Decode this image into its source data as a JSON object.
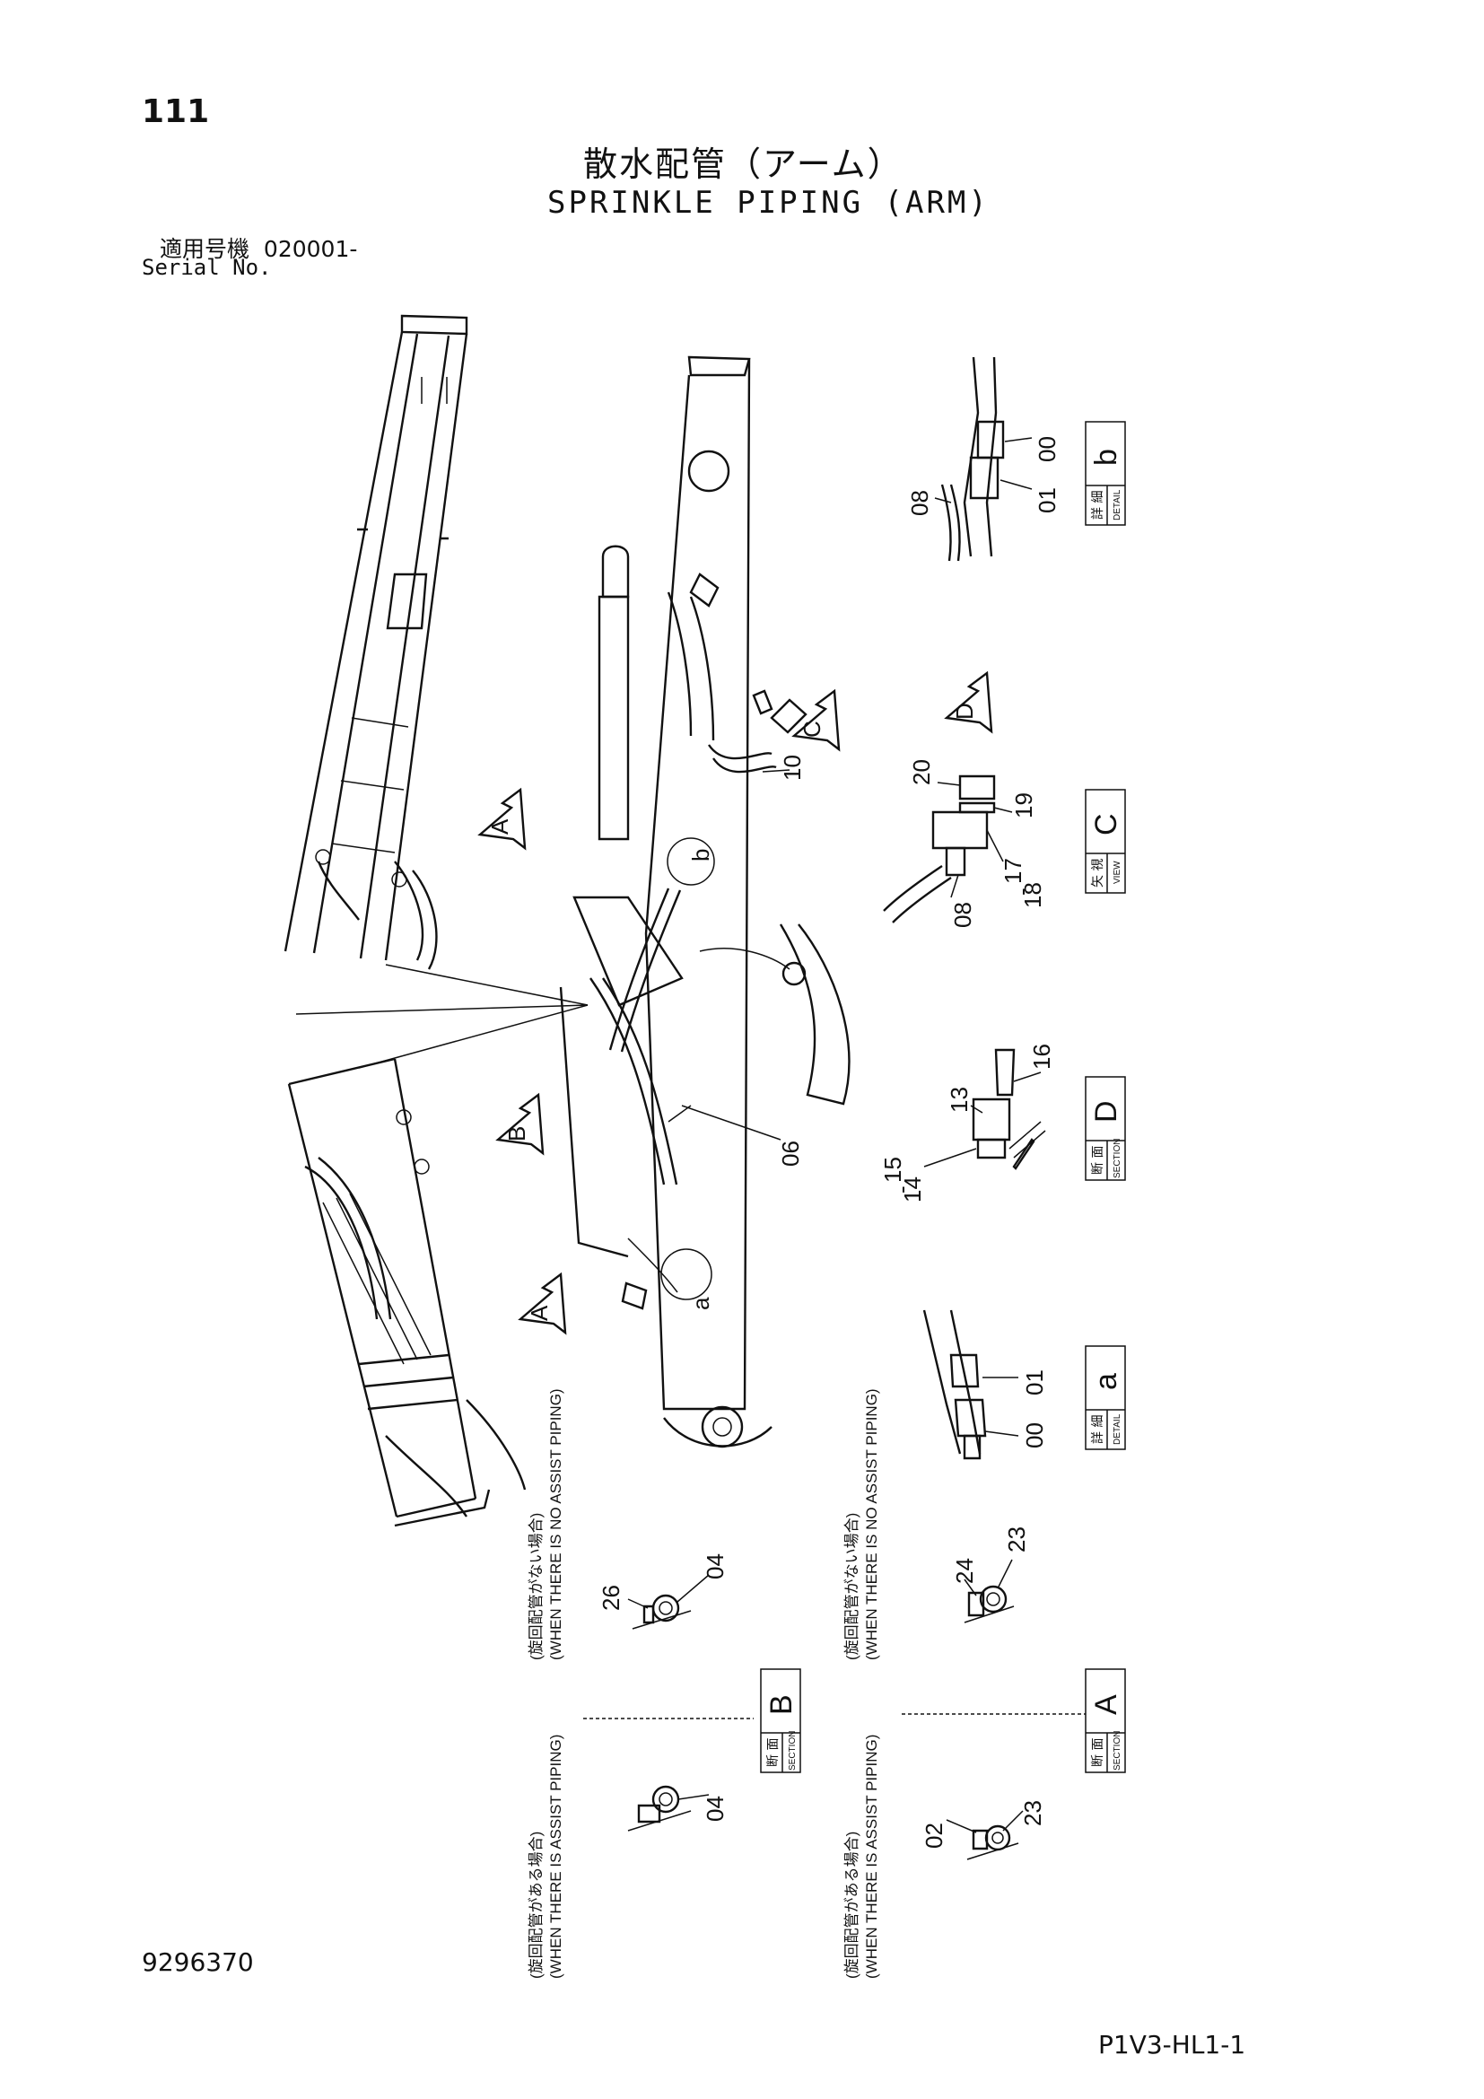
{
  "page_number": "111",
  "title_ja": "散水配管（アーム）",
  "title_en": "SPRINKLE PIPING (ARM)",
  "serial": {
    "label_ja": "適用号機",
    "value": "020001-",
    "label_en": "Serial No."
  },
  "doc_number": "9296370",
  "page_code": "P1V3-HL1-1",
  "view_arrows": {
    "a_top": "A",
    "b": "B",
    "c": "C",
    "d": "D",
    "a_lower": "A"
  },
  "detail_marks": {
    "b": "b",
    "a": "a"
  },
  "part_labels": {
    "p10": "10",
    "p06": "06",
    "b_00": "00",
    "b_01": "01",
    "b_08": "08",
    "c_20": "20",
    "c_19": "19",
    "c_17": "17",
    "c_dash": "-",
    "c_18": "18",
    "c_08": "08",
    "d_13": "13",
    "d_16": "16",
    "d_15": "15",
    "d_dash": "-",
    "d_14": "14",
    "a_01": "01",
    "a_00": "00",
    "sb_26": "26",
    "sb_04": "04",
    "sb2_04": "04",
    "sa_24": "24",
    "sa_23": "23",
    "sa2_02": "02",
    "sa2_23": "23"
  },
  "notes": {
    "no_assist_ja": "(旋回配管がない場合)",
    "no_assist_en": "(WHEN THERE IS NO ASSIST PIPING)",
    "assist_ja": "(旋回配管がある場合)",
    "assist_en": "(WHEN THERE IS ASSIST PIPING)"
  },
  "boxes": {
    "detail_b": {
      "ja": "詳 細",
      "en": "DETAIL",
      "letter": "b"
    },
    "view_c": {
      "ja": "矢 視",
      "en": "VIEW",
      "letter": "C"
    },
    "section_d": {
      "ja": "断 面",
      "en": "SECTION",
      "letter": "D"
    },
    "detail_a": {
      "ja": "詳 細",
      "en": "DETAIL",
      "letter": "a"
    },
    "section_b": {
      "ja": "断 面",
      "en": "SECTION",
      "letter": "B"
    },
    "section_a": {
      "ja": "断 面",
      "en": "SECTION",
      "letter": "A"
    }
  }
}
